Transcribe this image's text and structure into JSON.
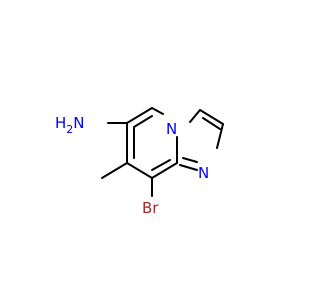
{
  "molecule": {
    "labels": {
      "amine": "H2N",
      "amine_h": "H",
      "amine_n": "N",
      "amine_sub": "2",
      "ring_n_top": "N",
      "ring_n_right": "N",
      "bromine": "Br"
    },
    "colors": {
      "bond": "#000000",
      "nitrogen": "#0000ff",
      "bromine": "#a52a2a",
      "background": "#ffffff"
    }
  }
}
